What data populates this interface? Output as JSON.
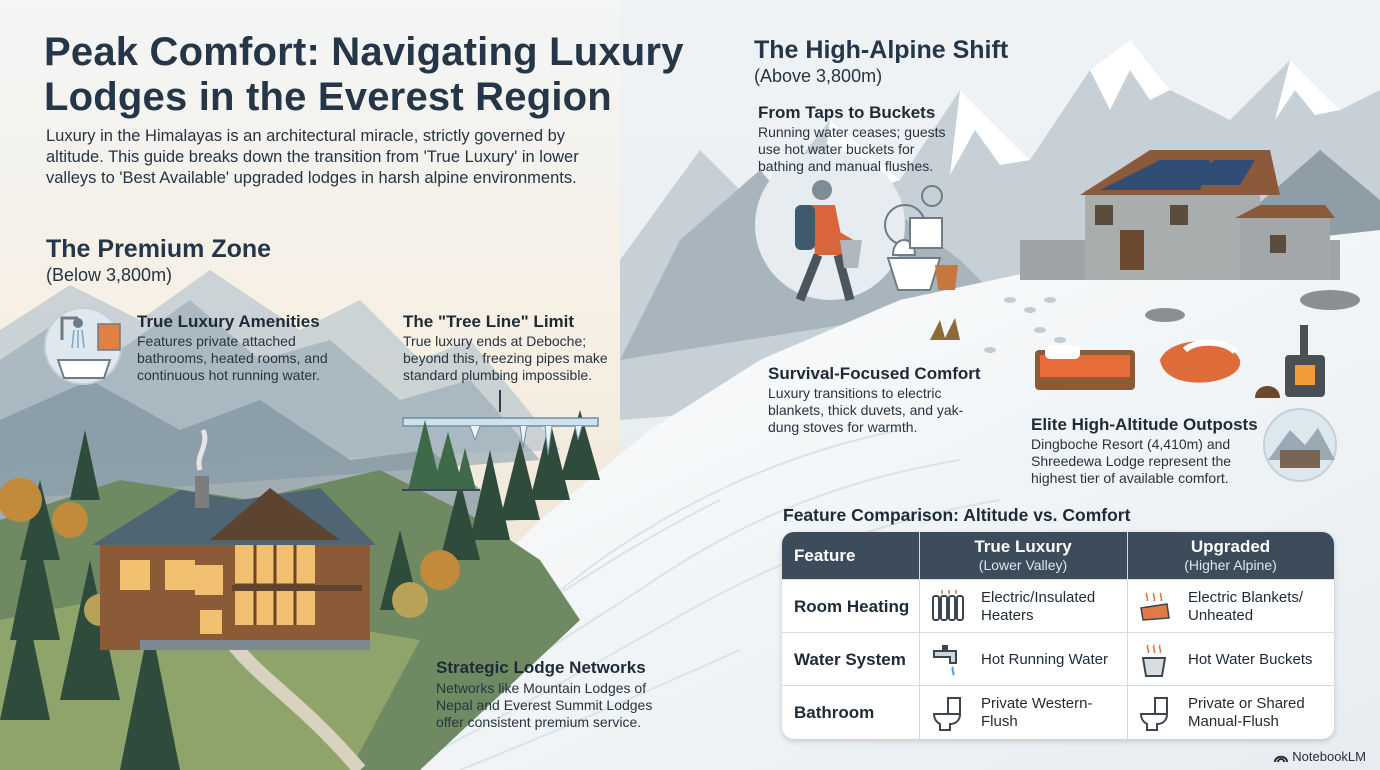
{
  "title": "Peak Comfort: Navigating Luxury Lodges in the Everest Region",
  "intro": "Luxury in the Himalayas is an architectural miracle, strictly governed by altitude. This guide breaks down the transition from 'True Luxury' in lower valleys to 'Best Available' upgraded lodges in harsh alpine environments.",
  "premium": {
    "title": "The Premium Zone",
    "subtitle": "(Below 3,800m)",
    "amenities": {
      "title": "True Luxury Amenities",
      "text": "Features private attached bathrooms, heated rooms, and continuous hot running water."
    },
    "treeline": {
      "title": "The \"Tree Line\" Limit",
      "text": "True luxury ends at Deboche; beyond this, freezing pipes make standard plumbing impossible."
    },
    "networks": {
      "title": "Strategic Lodge Networks",
      "text": "Networks like Mountain Lodges of Nepal and Everest Summit Lodges offer consistent premium service."
    }
  },
  "alpine": {
    "title": "The High-Alpine Shift",
    "subtitle": "(Above 3,800m)",
    "taps": {
      "title": "From Taps to Buckets",
      "text": "Running water ceases; guests use hot water buckets for bathing and manual flushes."
    },
    "survival": {
      "title": "Survival-Focused Comfort",
      "text": "Luxury transitions to electric blankets, thick duvets, and yak-dung stoves for warmth."
    },
    "outposts": {
      "title": "Elite High-Altitude Outposts",
      "text": "Dingboche Resort (4,410m) and Shreedewa Lodge represent the highest tier of available comfort."
    }
  },
  "comparison": {
    "title": "Feature Comparison: Altitude vs. Comfort",
    "headers": {
      "feature": "Feature",
      "true_luxury": "True Luxury",
      "true_luxury_sub": "(Lower Valley)",
      "upgraded": "Upgraded",
      "upgraded_sub": "(Higher Alpine)"
    },
    "rows": [
      {
        "feature": "Room Heating",
        "luxury": "Electric/Insulated Heaters",
        "luxury_icon": "radiator-icon",
        "upgraded": "Electric Blankets/ Unheated",
        "upgraded_icon": "heated-blanket-icon"
      },
      {
        "feature": "Water System",
        "luxury": "Hot Running Water",
        "luxury_icon": "faucet-icon",
        "upgraded": "Hot Water Buckets",
        "upgraded_icon": "hot-bucket-icon"
      },
      {
        "feature": "Bathroom",
        "luxury": "Private Western-Flush",
        "luxury_icon": "toilet-icon",
        "upgraded": "Private or Shared Manual-Flush",
        "upgraded_icon": "toilet-icon"
      }
    ]
  },
  "footer": "NotebookLM",
  "colors": {
    "heading": "#243647",
    "table_header": "#3c4c5b",
    "accent_orange": "#d9733a"
  }
}
